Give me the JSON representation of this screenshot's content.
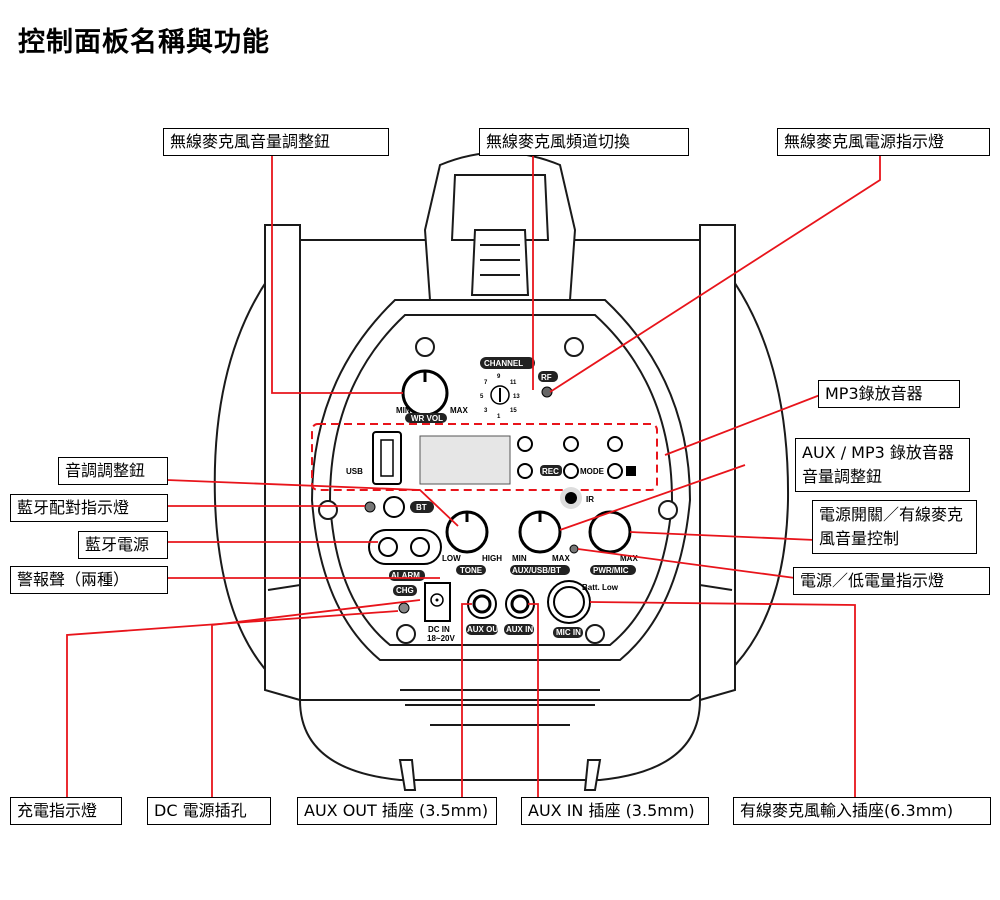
{
  "title": "控制面板名稱與功能",
  "callouts": {
    "wireless_mic_volume": "無線麥克風音量調整鈕",
    "wireless_mic_channel": "無線麥克風頻道切換",
    "wireless_mic_power_led": "無線麥克風電源指示燈",
    "mp3_recorder": "MP3錄放音器",
    "aux_mp3_volume": "AUX / MP3 錄放音器音量調整鈕",
    "tone_knob": "音調調整鈕",
    "bt_pair_led": "藍牙配對指示燈",
    "bt_power": "藍牙電源",
    "power_wired_mic": "電源開關／有線麥克風音量控制",
    "alarm": "警報聲（兩種）",
    "power_low_battery_led": "電源／低電量指示燈",
    "charge_led": "充電指示燈",
    "dc_jack": "DC 電源插孔",
    "aux_out": "AUX OUT 插座 (3.5mm)",
    "aux_in": "AUX IN 插座 (3.5mm)",
    "mic_in": "有線麥克風輸入插座(6.3mm)"
  },
  "panel": {
    "channel": "CHANNEL",
    "channel_digits": [
      "1",
      "3",
      "5",
      "7",
      "9",
      "11",
      "13",
      "15"
    ],
    "rf": "RF",
    "wr_vol": "WR VOL",
    "min": "MIN",
    "max": "MAX",
    "low": "LOW",
    "high": "HIGH",
    "tone": "TONE",
    "aux_usb_bt": "AUX/USB/BT",
    "pwr_mic": "PWR/MIC",
    "batt_low": "Batt. Low",
    "bt": "BT",
    "ir": "IR",
    "alarm": "ALARM",
    "chg": "CHG",
    "dc_in": "DC IN",
    "dc_voltage": "18~20V",
    "aux_out": "AUX OUT",
    "aux_in": "AUX IN",
    "mic_in": "MIC IN",
    "rec": "REC",
    "mode": "MODE",
    "usb": "USB"
  },
  "colors": {
    "leader_line": "#e8141b",
    "callout_border": "#000000",
    "outline": "#1a1a1a"
  }
}
